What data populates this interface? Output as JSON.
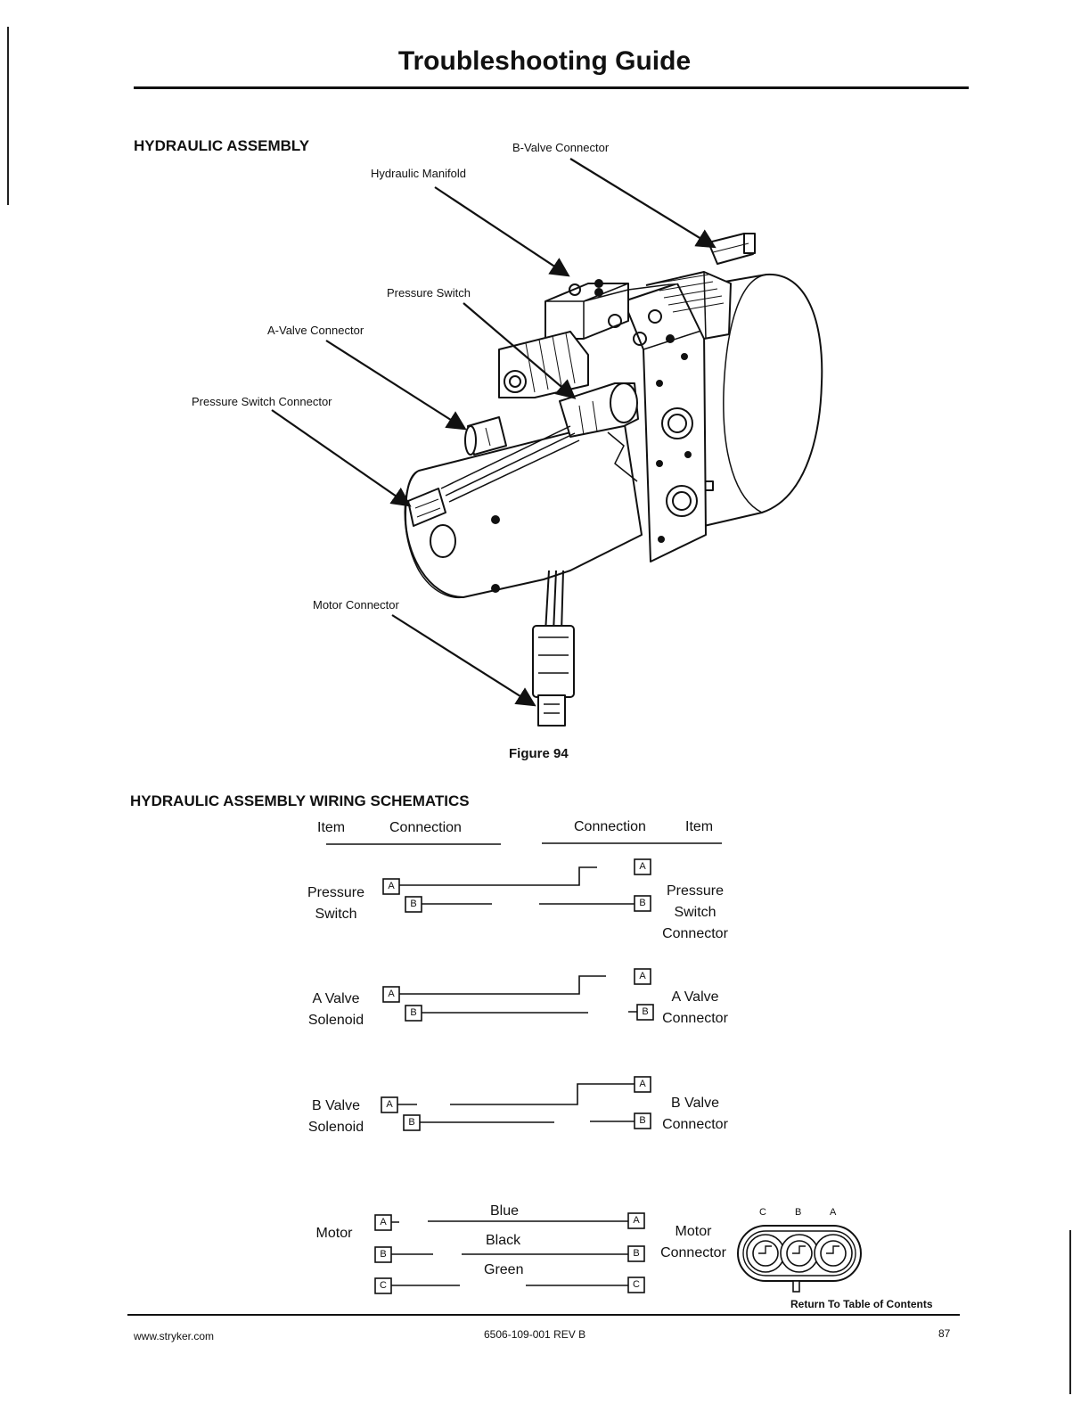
{
  "header": {
    "title": "Troubleshooting Guide"
  },
  "assembly": {
    "heading": "HYDRAULIC ASSEMBLY",
    "callouts": {
      "b_valve_connector": "B-Valve Connector",
      "hydraulic_manifold": "Hydraulic Manifold",
      "pressure_switch": "Pressure Switch",
      "a_valve_connector": "A-Valve Connector",
      "pressure_switch_connector": "Pressure Switch Connector",
      "motor_connector": "Motor Connector"
    },
    "figure_caption": "Figure 94"
  },
  "schematics": {
    "heading": "HYDRAULIC ASSEMBLY WIRING SCHEMATICS",
    "headers": {
      "left_item": "Item",
      "left_connection": "Connection",
      "right_connection": "Connection",
      "right_item": "Item"
    },
    "groups": [
      {
        "left_label": [
          "Pressure",
          "Switch"
        ],
        "right_label": [
          "Pressure",
          "Switch",
          "Connector"
        ],
        "pins": [
          "A",
          "B"
        ]
      },
      {
        "left_label": [
          "A Valve",
          "Solenoid"
        ],
        "right_label": [
          "A Valve",
          "Connector"
        ],
        "pins": [
          "A",
          "B"
        ]
      },
      {
        "left_label": [
          "B Valve",
          "Solenoid"
        ],
        "right_label": [
          "B Valve",
          "Connector"
        ],
        "pins": [
          "A",
          "B"
        ]
      }
    ],
    "motor": {
      "left_label": "Motor",
      "right_label": [
        "Motor",
        "Connector"
      ],
      "pins": [
        "A",
        "B",
        "C"
      ],
      "wires": [
        "Blue",
        "Black",
        "Green"
      ],
      "plug_pins": [
        "C",
        "B",
        "A"
      ]
    }
  },
  "footer": {
    "return_link": "Return To Table of Contents",
    "website": "www.stryker.com",
    "doc_number": "6506-109-001 REV B",
    "page_number": "87"
  }
}
